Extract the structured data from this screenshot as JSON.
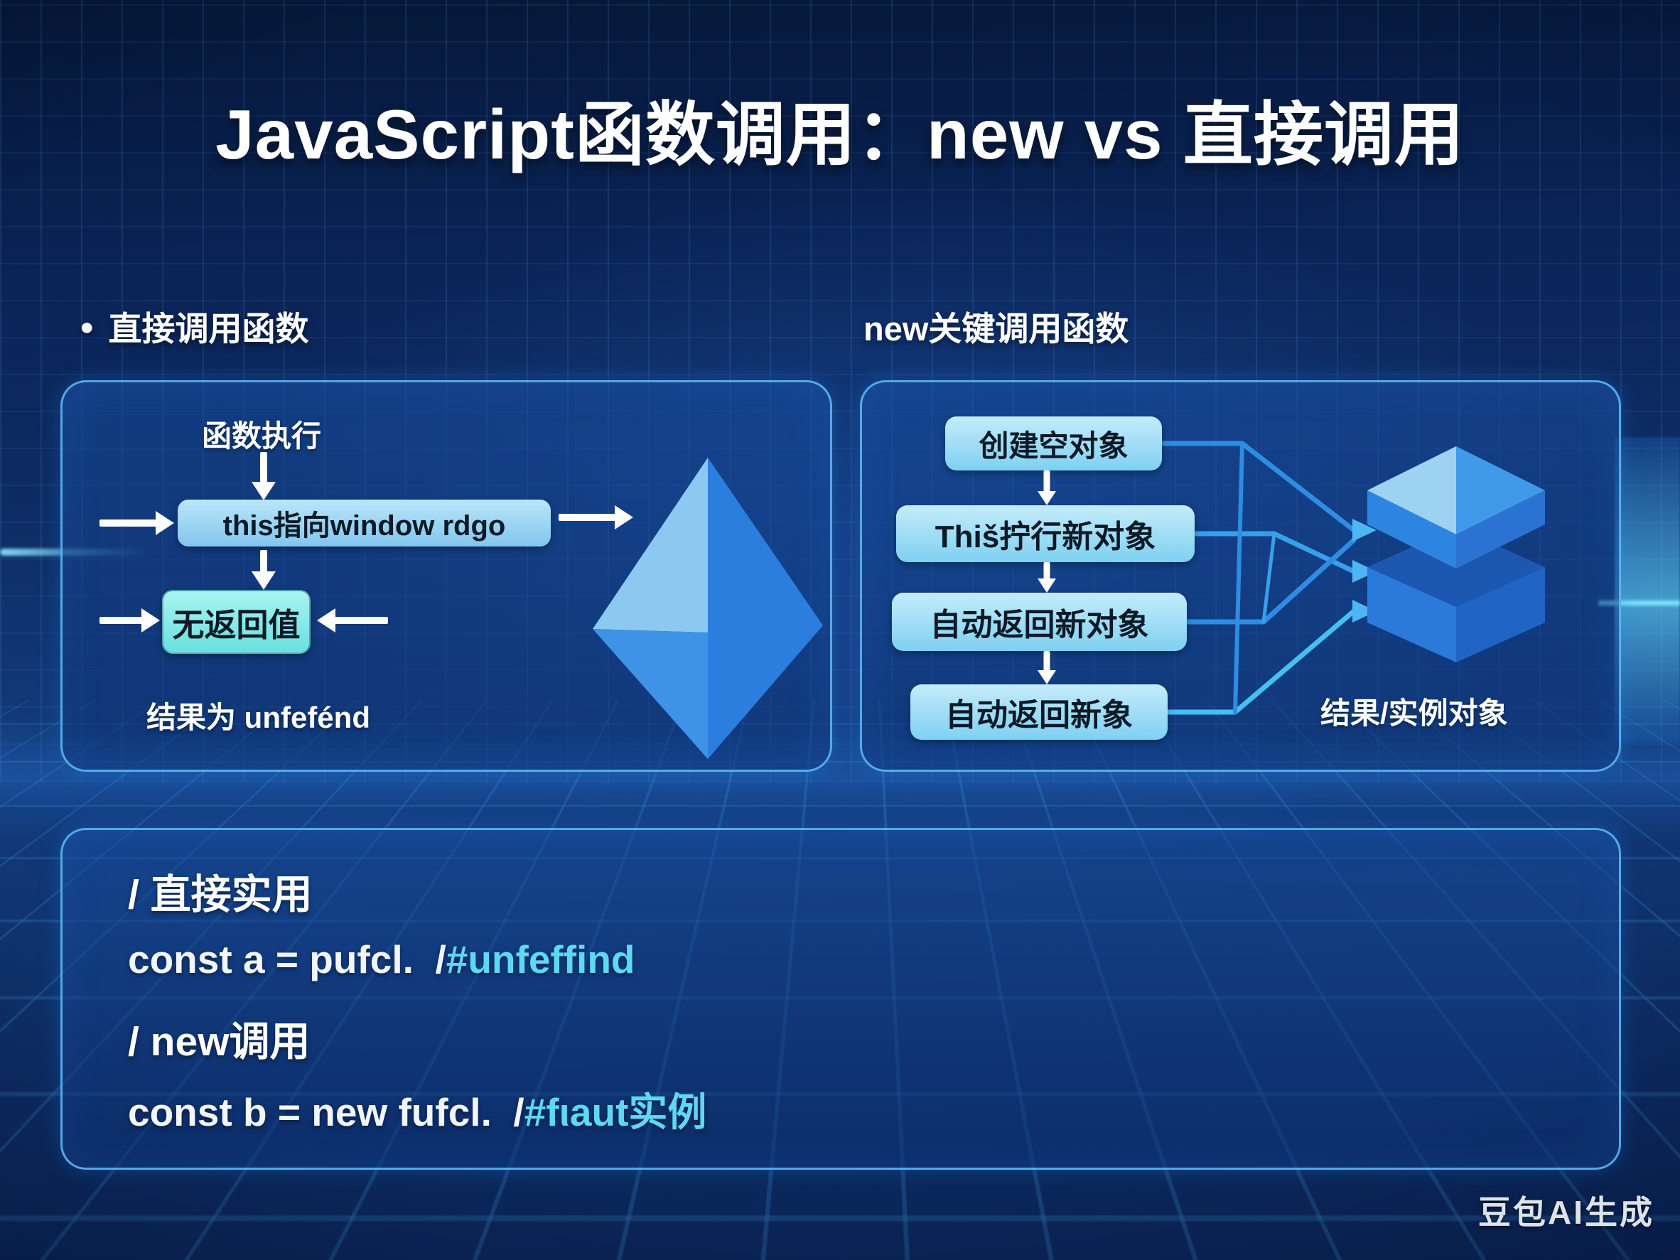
{
  "title": "JavaScript函数调用：new vs 直接调用",
  "watermark": "豆包AI生成",
  "left_section": {
    "bullet": "●",
    "header": "直接调用函数",
    "step_execute": "函数执行",
    "box_this": "this指向window rdgo",
    "box_noreturn": "无返回值",
    "result": "结果为 unfefénd"
  },
  "right_section": {
    "header": "new关键调用函数",
    "steps": [
      "创建空对象",
      "Thiš拧行新对象",
      "自动返回新对象",
      "自动返回新象"
    ],
    "result": "结果/实例对象"
  },
  "code_panel": {
    "comment1": "/ 直接实用",
    "code1": "const a = pufcl.  /",
    "highlight1": "#unfeffind",
    "comment2": "/ new调用",
    "code2": "const b = new fufcl.  /",
    "highlight2": "#fιaut实例"
  },
  "icons": {
    "pyramid": "pyramid-3d-icon",
    "cube": "stacked-cube-3d-icon"
  },
  "colors": {
    "background": "#0c2a5e",
    "panel_border": "#4fb0ec",
    "box_blue": "#8fd0f2",
    "box_cyan": "#7ceae8",
    "code_highlight": "#5fd8f4",
    "pyramid_light": "#8cc9f1",
    "pyramid_dark": "#2b7ede",
    "cube_light": "#9ed2f2",
    "cube_dark": "#1c58b2"
  }
}
